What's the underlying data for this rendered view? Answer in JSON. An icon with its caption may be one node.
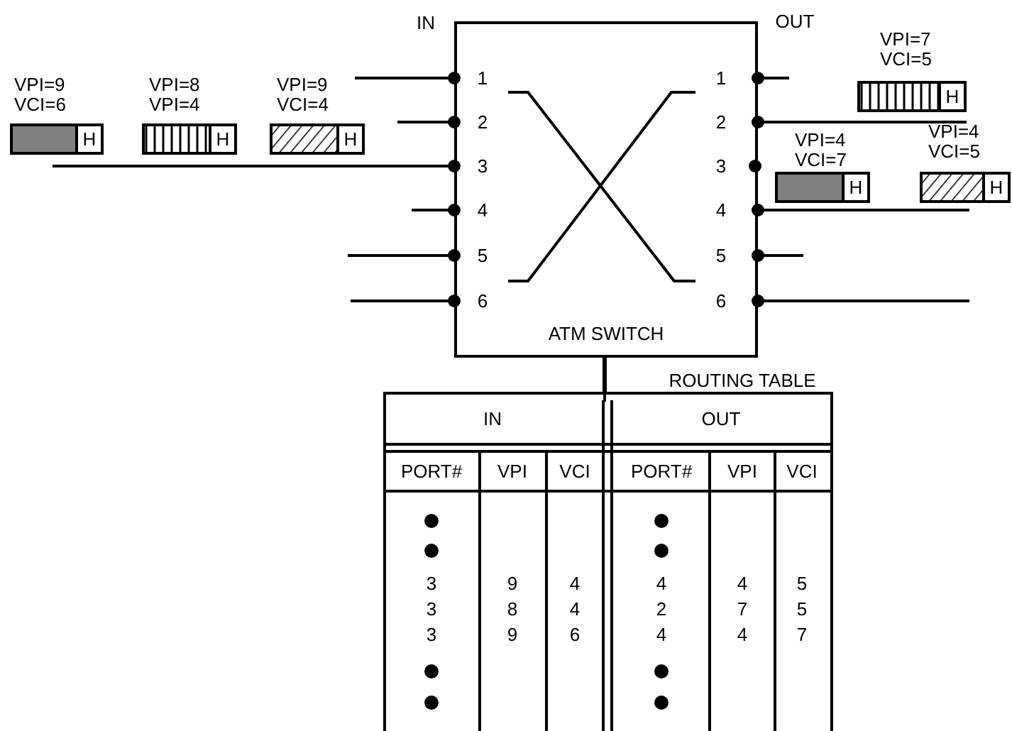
{
  "diagram": {
    "nodes": [
      {
        "text": [
          "IN",
          "OUT",
          "ATM SWITCH"
        ]
      },
      {
        "text": [
          "H"
        ],
        "beside": [
          "VPI=9 VCI=6"
        ]
      },
      {
        "text": [
          "H"
        ],
        "beside": [
          "VPI=8 VPI=4"
        ]
      },
      {
        "text": [
          "H"
        ],
        "beside": [
          "VPI=9 VCI=4"
        ]
      },
      {
        "text": [
          "H"
        ],
        "beside": [
          "VPI=7 VCI=5"
        ]
      },
      {
        "text": [
          "H"
        ],
        "beside": [
          "VPI=4 VCI=7"
        ]
      },
      {
        "text": [
          "H"
        ],
        "beside": [
          "VPI=4 VCI=5"
        ]
      },
      {
        "text": [
          "ROUTING TABLE"
        ]
      }
    ],
    "edges": [
      {
        "from": 0,
        "to": 7,
        "arrow": "none"
      },
      {
        "from": 0,
        "to": null,
        "arrow": "other"
      },
      {
        "from": 0,
        "to": null,
        "arrow": "other"
      },
      {
        "from": 0,
        "to": 1,
        "arrow": "other"
      },
      {
        "from": 0,
        "to": null,
        "arrow": "other"
      },
      {
        "from": 0,
        "to": null,
        "arrow": "other"
      },
      {
        "from": 0,
        "to": null,
        "arrow": "other"
      },
      {
        "from": 0,
        "to": null,
        "arrow": "other"
      },
      {
        "from": 0,
        "to": 4,
        "arrow": "other"
      },
      {
        "from": 0,
        "to": 6,
        "arrow": "other"
      },
      {
        "from": 0,
        "to": null,
        "arrow": "other"
      },
      {
        "from": 0,
        "to": null,
        "arrow": "other"
      }
    ],
    "labels": [
      "1",
      "2",
      "3",
      "4",
      "5",
      "6",
      "1",
      "2",
      "3",
      "4",
      "5",
      "6",
      "IN",
      "OUT",
      "PORT#",
      "VPI",
      "VCI",
      "PORT#",
      "VPI",
      "VCI",
      "3",
      "9",
      "4",
      "4",
      "4",
      "5",
      "3",
      "8",
      "4",
      "2",
      "7",
      "5",
      "3",
      "9",
      "6",
      "4",
      "4",
      "7"
    ]
  }
}
